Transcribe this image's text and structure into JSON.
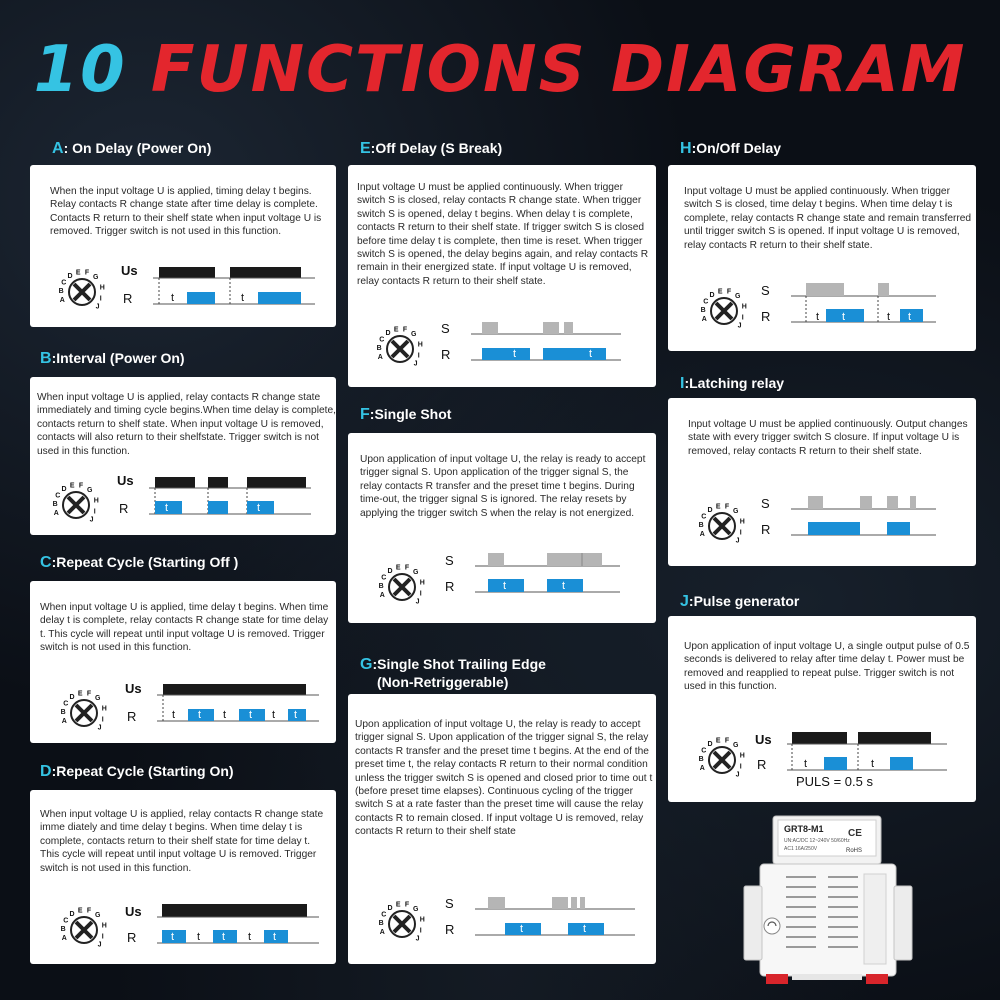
{
  "title": {
    "number": "10",
    "words": "FUNCTIONS DIAGRAM"
  },
  "dial_labels": [
    "A",
    "B",
    "C",
    "D",
    "E",
    "F",
    "G",
    "H",
    "I",
    "J"
  ],
  "sections": {
    "a": {
      "letter": "A",
      "name": ": On Delay (Power On)",
      "text": "When the input voltage U is applied, timing delay t begins. Relay contacts R change state after time delay is complete. Contacts R return to their shelf state when input voltage U is removed. Trigger switch is not used in this function.",
      "row1": "Us",
      "row2": "R",
      "t": "t"
    },
    "b": {
      "letter": "B",
      "name": ":Interval (Power On)",
      "text": "When input voltage U is applied, relay contacts R change state immediately and timing cycle begins.When time delay is complete, contacts return to shelf state. When input voltage U is removed, contacts will also return to their shelfstate. Trigger switch is not used in this function.",
      "row1": "Us",
      "row2": "R",
      "t": "t"
    },
    "c": {
      "letter": "C",
      "name": ":Repeat Cycle (Starting Off )",
      "text": "When input voltage U is applied, time delay t begins. When time delay t is complete, relay contacts R change state for time delay t. This cycle will repeat until input voltage U is removed. Trigger switch is not used in this function.",
      "row1": "Us",
      "row2": "R",
      "t": "t"
    },
    "d": {
      "letter": "D",
      "name": ":Repeat Cycle (Starting On)",
      "text": "When input voltage U is applied, relay contacts R change state imme diately and time delay t begins. When time delay t is complete, contacts return to their shelf state for time delay t. This cycle will repeat until input voltage U is removed. Trigger switch is not used in this function.",
      "row1": "Us",
      "row2": "R",
      "t": "t"
    },
    "e": {
      "letter": "E",
      "name": ":Off Delay (S Break)",
      "text": "Input voltage U must be applied continuously. When trigger switch S is closed, relay contacts R change state. When trigger switch S is opened, delay t begins. When delay t is complete, contacts R return to their shelf state. If trigger switch S is closed before time delay t is complete, then time is reset. When trigger switch S is opened, the delay begins again, and relay contacts R remain in their energized state. If input voltage U is removed, relay contacts R return to their shelf state.",
      "row1": "S",
      "row2": "R",
      "t": "t"
    },
    "f": {
      "letter": "F",
      "name": ":Single Shot",
      "text": "Upon application of input voltage U, the relay is ready to accept trigger signal S. Upon application of the trigger signal S, the relay contacts R transfer and the preset time t begins. During time-out, the trigger signal S is ignored. The relay resets by applying the trigger switch S when the relay is not energized.",
      "row1": "S",
      "row2": "R",
      "t": "t"
    },
    "g": {
      "letter": "G",
      "name": ":Single Shot Trailing Edge",
      "name2": "(Non-Retriggerable)",
      "text": "Upon application of input voltage U, the relay is ready to accept trigger signal S. Upon application of the trigger signal S, the relay contacts R transfer and the preset time t begins. At the end of the preset time t, the relay contacts R return to their normal condition unless the trigger switch S is opened and closed prior to time out t (before preset time elapses). Continuous cycling of the trigger switch S at a rate faster than the preset time will cause the relay contacts R to remain closed. If input voltage U is removed, relay contacts R return to their shelf state",
      "row1": "S",
      "row2": "R",
      "t": "t"
    },
    "h": {
      "letter": "H",
      "name": ":On/Off Delay",
      "text": "Input voltage U must be applied continuously. When trigger switch S is closed, time delay t begins. When time delay t is complete, relay contacts R change state and remain transferred until trigger switch S is opened. If input voltage U is removed, relay contacts R return to their shelf state.",
      "row1": "S",
      "row2": "R",
      "t": "t"
    },
    "i": {
      "letter": "I",
      "name": ":Latching relay",
      "text": "Input voltage U must be applied continuously. Output changes state with every trigger switch S closure. If input voltage U is removed, relay contacts R return to their shelf state.",
      "row1": "S",
      "row2": "R"
    },
    "j": {
      "letter": "J",
      "name": ":Pulse generator",
      "text": "Upon application of input voltage U, a single output pulse of 0.5 seconds is delivered to relay after time delay t. Power must be removed and reapplied to repeat pulse. Trigger switch is not used in this function.",
      "row1": "Us",
      "row2": "R",
      "t": "t",
      "pulse_label": "PULS = 0.5 s"
    }
  },
  "product": {
    "model": "GRT8-M1",
    "voltage": "UN:AC/DC 12~240V 50/60Hz",
    "contact": "AC1 16A/250V",
    "ce": "CE",
    "rohs": "RoHS"
  },
  "colors": {
    "title_number": "#35c3e3",
    "title_words": "#e3262d",
    "letter": "#35c3e3",
    "relay": "#1a8fd6",
    "switch": "#b5b5b5",
    "supply": "#1a1a1a"
  }
}
